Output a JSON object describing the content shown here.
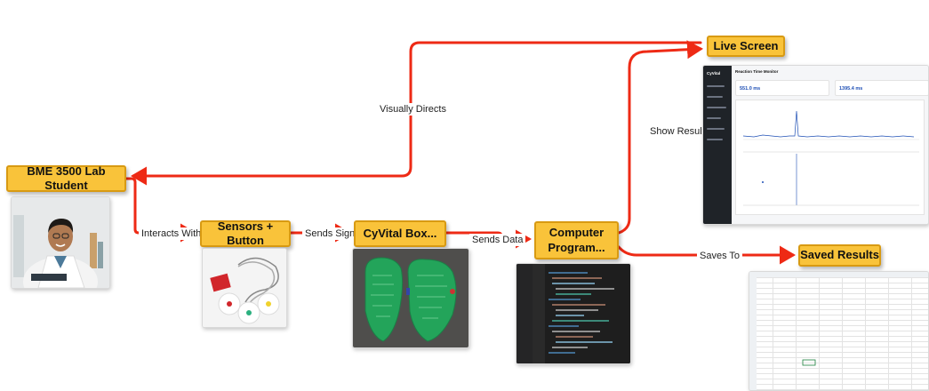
{
  "nodes": {
    "student": "BME 3500 Lab Student",
    "sensors": "Sensors + Button",
    "cyvital": "CyVital Box...",
    "computer": "Computer Program...",
    "live_screen": "Live Screen",
    "saved_results": "Saved Results"
  },
  "edges": {
    "interacts_with": "Interacts With",
    "sends_signals": "Sends Signals",
    "sends_data": "Sends Data",
    "show_results_on": "Show Results On",
    "saves_to": "Saves To",
    "visually_directs": "Visually Directs"
  },
  "live_screen_mock": {
    "app_name": "CyVital",
    "title": "Reaction Time Monitor",
    "value_1": "551.0 ms",
    "value_2": "1395.4 ms"
  },
  "colors": {
    "arrow": "#ee2a15",
    "node_fill": "#f9c33a",
    "node_border": "#d89a12"
  }
}
